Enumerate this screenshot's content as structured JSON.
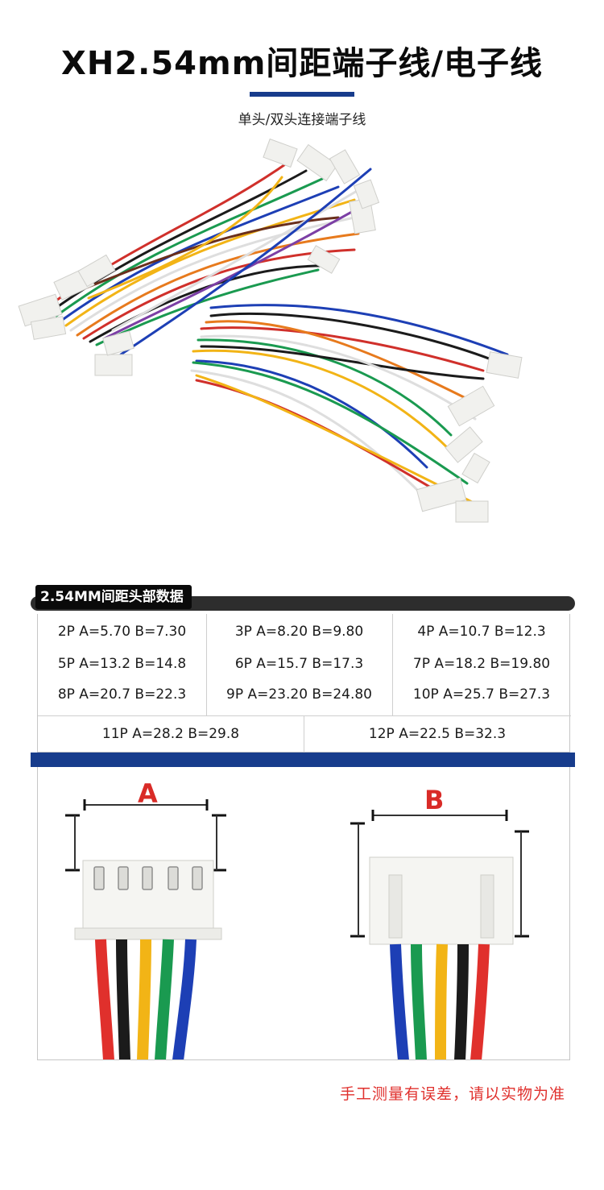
{
  "header": {
    "title": "XH2.54mm间距端子线/电子线",
    "subtitle": "单头/双头连接端子线"
  },
  "specs": {
    "section_label": "2.54MM间距头部数据",
    "rows": [
      [
        "2P  A=5.70  B=7.30",
        "3P  A=8.20  B=9.80",
        "4P  A=10.7  B=12.3"
      ],
      [
        "5P  A=13.2  B=14.8",
        "6P  A=15.7  B=17.3",
        "7P  A=18.2 B=19.80"
      ],
      [
        "8P A=20.7  B=22.3",
        "9P  A=23.20  B=24.80",
        "10P  A=25.7  B=27.3"
      ]
    ],
    "last_row": [
      "11P  A=28.2  B=29.8",
      "12P  A=22.5  B=32.3"
    ]
  },
  "diagram": {
    "label_a": "A",
    "label_b": "B"
  },
  "footnote": "手工测量有误差，请以实物为准",
  "colors": {
    "accent_blue": "#173c8c",
    "dark_bar": "#2d2d2d",
    "label_red": "#d92b27",
    "footnote_red": "#e0312e",
    "wire_red": "#e0302c",
    "wire_black": "#1b1b1b",
    "wire_yellow": "#f2b416",
    "wire_green": "#1a9a50",
    "wire_blue": "#1d3fb5"
  }
}
